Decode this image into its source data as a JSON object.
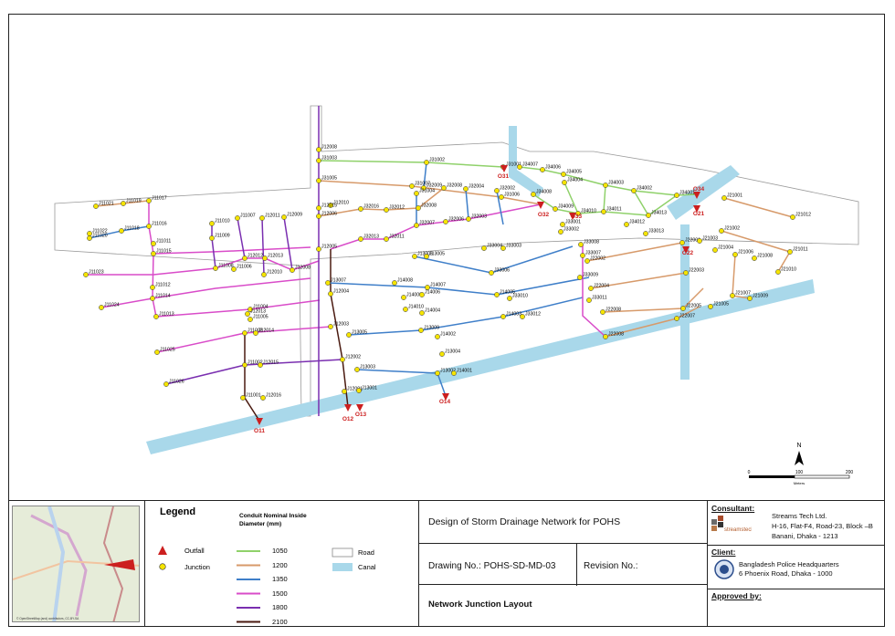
{
  "junction_labels": [
    {
      "id": "j01",
      "text": "J12008"
    },
    {
      "id": "j02",
      "text": "J31003"
    },
    {
      "id": "j03",
      "text": "J31002"
    },
    {
      "id": "j04",
      "text": "J31001"
    },
    {
      "id": "j05",
      "text": "J34007"
    },
    {
      "id": "j06",
      "text": "J34006"
    },
    {
      "id": "j07",
      "text": "J34005"
    },
    {
      "id": "j08",
      "text": "J31005"
    },
    {
      "id": "j09",
      "text": "J31007"
    },
    {
      "id": "j10",
      "text": "J32009"
    },
    {
      "id": "j11",
      "text": "J32008"
    },
    {
      "id": "j12",
      "text": "J32004"
    },
    {
      "id": "j13",
      "text": "J32002"
    },
    {
      "id": "j14",
      "text": "J34004"
    },
    {
      "id": "j15",
      "text": "J34003"
    },
    {
      "id": "j16",
      "text": "J34002"
    },
    {
      "id": "j17",
      "text": "J31004"
    },
    {
      "id": "j18",
      "text": "J31006"
    },
    {
      "id": "j19",
      "text": "J34008"
    },
    {
      "id": "j20",
      "text": "J34001"
    },
    {
      "id": "j21",
      "text": "J11017"
    },
    {
      "id": "j22",
      "text": "J11019"
    },
    {
      "id": "j23",
      "text": "J11021"
    },
    {
      "id": "j24",
      "text": "J12010"
    },
    {
      "id": "j25",
      "text": "J12015"
    },
    {
      "id": "j26",
      "text": "J32016"
    },
    {
      "id": "j27",
      "text": "J32012"
    },
    {
      "id": "j28",
      "text": "J32008"
    },
    {
      "id": "j29",
      "text": "J34009"
    },
    {
      "id": "j30",
      "text": "J34010"
    },
    {
      "id": "j31",
      "text": "J34011"
    },
    {
      "id": "j32",
      "text": "J34013"
    },
    {
      "id": "j33",
      "text": "J21001"
    },
    {
      "id": "j34",
      "text": "J11007"
    },
    {
      "id": "j35",
      "text": "J12011"
    },
    {
      "id": "j36",
      "text": "J12009"
    },
    {
      "id": "j37",
      "text": "J12006"
    },
    {
      "id": "j38",
      "text": "J33001"
    },
    {
      "id": "j39",
      "text": "J34012"
    },
    {
      "id": "j40",
      "text": "J21012"
    },
    {
      "id": "j41",
      "text": "J11022"
    },
    {
      "id": "j42",
      "text": "J11020"
    },
    {
      "id": "j43",
      "text": "J11018"
    },
    {
      "id": "j44",
      "text": "J11016"
    },
    {
      "id": "j45",
      "text": "J11010"
    },
    {
      "id": "j46",
      "text": "J11009"
    },
    {
      "id": "j47",
      "text": "J32007"
    },
    {
      "id": "j48",
      "text": "J32006"
    },
    {
      "id": "j49",
      "text": "J32003"
    },
    {
      "id": "j50",
      "text": "J33002"
    },
    {
      "id": "j51",
      "text": "J33013"
    },
    {
      "id": "j52",
      "text": "J21002"
    },
    {
      "id": "j53",
      "text": "J11011"
    },
    {
      "id": "j54",
      "text": "J32013"
    },
    {
      "id": "j55",
      "text": "J32011"
    },
    {
      "id": "j56",
      "text": "J12005"
    },
    {
      "id": "j57",
      "text": "J33004"
    },
    {
      "id": "j58",
      "text": "J33003"
    },
    {
      "id": "j59",
      "text": "J33008"
    },
    {
      "id": "j60",
      "text": "J22001"
    },
    {
      "id": "j61",
      "text": "J21003"
    },
    {
      "id": "j62",
      "text": "J21004"
    },
    {
      "id": "j63",
      "text": "J21011"
    },
    {
      "id": "j64",
      "text": "J11015"
    },
    {
      "id": "j65",
      "text": "J12012"
    },
    {
      "id": "j66",
      "text": "J12013"
    },
    {
      "id": "j67",
      "text": "J13006"
    },
    {
      "id": "j68",
      "text": "J13005"
    },
    {
      "id": "j69",
      "text": "J33007"
    },
    {
      "id": "j70",
      "text": "J22002"
    },
    {
      "id": "j71",
      "text": "J21006"
    },
    {
      "id": "j72",
      "text": "J21008"
    },
    {
      "id": "j73",
      "text": "J11023"
    },
    {
      "id": "j74",
      "text": "J11008"
    },
    {
      "id": "j75",
      "text": "J11006"
    },
    {
      "id": "j76",
      "text": "J12010"
    },
    {
      "id": "j77",
      "text": "J12008"
    },
    {
      "id": "j78",
      "text": "J14008"
    },
    {
      "id": "j79",
      "text": "J33006"
    },
    {
      "id": "j80",
      "text": "J33009"
    },
    {
      "id": "j81",
      "text": "J22003"
    },
    {
      "id": "j82",
      "text": "J21010"
    },
    {
      "id": "j83",
      "text": "J11012"
    },
    {
      "id": "j84",
      "text": "J13007"
    },
    {
      "id": "j85",
      "text": "J14007"
    },
    {
      "id": "j86",
      "text": "J22004"
    },
    {
      "id": "j87",
      "text": "J11014"
    },
    {
      "id": "j88",
      "text": "J12004"
    },
    {
      "id": "j89",
      "text": "J14009"
    },
    {
      "id": "j90",
      "text": "J14006"
    },
    {
      "id": "j91",
      "text": "J33010"
    },
    {
      "id": "j92",
      "text": "J33011"
    },
    {
      "id": "j93",
      "text": "J11024"
    },
    {
      "id": "j94",
      "text": "J14005"
    },
    {
      "id": "j95",
      "text": "J22005"
    },
    {
      "id": "j96",
      "text": "J21007"
    },
    {
      "id": "j97",
      "text": "J21009"
    },
    {
      "id": "j98",
      "text": "J11013"
    },
    {
      "id": "j99",
      "text": "J11004"
    },
    {
      "id": "j100",
      "text": "J12013"
    },
    {
      "id": "j101",
      "text": "J14010"
    },
    {
      "id": "j102",
      "text": "J14004"
    },
    {
      "id": "j103",
      "text": "J22008"
    },
    {
      "id": "j104",
      "text": "J21005"
    },
    {
      "id": "j105",
      "text": "J11005"
    },
    {
      "id": "j106",
      "text": "J14003"
    },
    {
      "id": "j107",
      "text": "J33012"
    },
    {
      "id": "j108",
      "text": "J12003"
    },
    {
      "id": "j109",
      "text": "J13009"
    },
    {
      "id": "j110",
      "text": "J22007"
    },
    {
      "id": "j111",
      "text": "J11003"
    },
    {
      "id": "j112",
      "text": "J12014"
    },
    {
      "id": "j113",
      "text": "J14002"
    },
    {
      "id": "j114",
      "text": "J13005"
    },
    {
      "id": "j115",
      "text": "J22008"
    },
    {
      "id": "j116",
      "text": "J11025"
    },
    {
      "id": "j117",
      "text": "J13004"
    },
    {
      "id": "j118",
      "text": "J12002"
    },
    {
      "id": "j119",
      "text": "J13003"
    },
    {
      "id": "j120",
      "text": "J11002"
    },
    {
      "id": "j121",
      "text": "J12015"
    },
    {
      "id": "j122",
      "text": "J13002"
    },
    {
      "id": "j123",
      "text": "J14001"
    },
    {
      "id": "j124",
      "text": "J11026"
    },
    {
      "id": "j125",
      "text": "J12001"
    },
    {
      "id": "j126",
      "text": "J13001"
    },
    {
      "id": "j127",
      "text": "J11001"
    },
    {
      "id": "j128",
      "text": "J12016"
    }
  ],
  "outfall_labels": [
    {
      "id": "o1",
      "text": "O31"
    },
    {
      "id": "o2",
      "text": "O32"
    },
    {
      "id": "o3",
      "text": "O33"
    },
    {
      "id": "o4",
      "text": "O34"
    },
    {
      "id": "o5",
      "text": "O21"
    },
    {
      "id": "o6",
      "text": "O22"
    },
    {
      "id": "o7",
      "text": "O11"
    },
    {
      "id": "o8",
      "text": "O12"
    },
    {
      "id": "o9",
      "text": "O13"
    },
    {
      "id": "o10",
      "text": "O14"
    }
  ],
  "scale_bar": {
    "ticks": [
      "0",
      "100",
      "200"
    ],
    "unit": "Meters",
    "north": "N"
  },
  "minimap": {
    "attribution": "© OpenStreetMap (and) contributors, CC-BY-SA"
  },
  "legend": {
    "title": "Legend",
    "conduit_header": "Conduit Nominal Inside Diameter (mm)",
    "outfall_label": "Outfall",
    "junction_label": "Junction",
    "road_label": "Road",
    "canal_label": "Canal",
    "diameters": [
      {
        "label": "1050",
        "color": "#8fd16a"
      },
      {
        "label": "1200",
        "color": "#d79a6a"
      },
      {
        "label": "1350",
        "color": "#3f7fc9"
      },
      {
        "label": "1500",
        "color": "#d94cc9"
      },
      {
        "label": "1800",
        "color": "#7a2fb0"
      },
      {
        "label": "2100",
        "color": "#4a1a10"
      }
    ]
  },
  "titleblock": {
    "project_title": "Design of Storm Drainage Network for POHS",
    "drawing_no": "Drawing No.: POHS-SD-MD-03",
    "revision": "Revision No.:",
    "sheet_title": "Network Junction Layout",
    "consultant_heading": "Consultant:",
    "consultant_name": "Streams Tech Ltd.",
    "consultant_addr1": "H-16, Flat-F4, Road-23, Block –B",
    "consultant_addr2": "Banani, Dhaka - 1213",
    "consultant_logo_text": "streamstech",
    "client_heading": "Client:",
    "client_name": "Bangladesh Police Headquarters",
    "client_addr": "6 Phoenix Road, Dhaka - 1000",
    "approved_heading": "Approved by:"
  },
  "colors": {
    "road_fill": "#ffffff",
    "road_stroke": "#9a9a9a",
    "canal": "#a9d8ea",
    "outfall": "#cc1f1f",
    "junction": "#f5e400"
  }
}
